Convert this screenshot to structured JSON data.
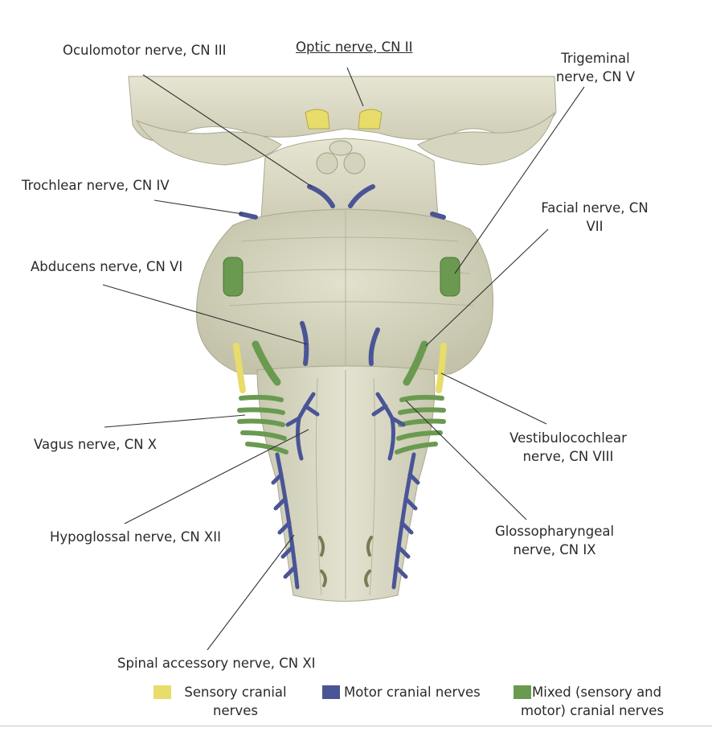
{
  "labels": {
    "oculomotor": "Oculomotor nerve, CN III",
    "optic": "Optic nerve, CN II",
    "trigeminal_l1": "Trigeminal",
    "trigeminal_l2": "nerve, CN V",
    "trochlear": "Trochlear nerve, CN IV",
    "facial_l1": "Facial nerve, CN",
    "facial_l2": "VII",
    "abducens": "Abducens nerve, CN VI",
    "vagus": "Vagus nerve, CN X",
    "vestibulocochlear_l1": "Vestibulocochlear",
    "vestibulocochlear_l2": "nerve, CN VIII",
    "hypoglossal": "Hypoglossal nerve, CN XII",
    "glossopharyngeal_l1": "Glossopharyngeal",
    "glossopharyngeal_l2": "nerve, CN IX",
    "spinal_accessory": "Spinal accessory nerve, CN XI"
  },
  "legend": {
    "sensory": {
      "color": "#e8dc6a",
      "line1": "Sensory cranial",
      "line2": "nerves"
    },
    "motor": {
      "color": "#4a5597",
      "line1": "Motor cranial nerves"
    },
    "mixed": {
      "color": "#6a9a50",
      "line1": "Mixed (sensory and",
      "line2": "motor) cranial nerves"
    }
  },
  "colors": {
    "brain": "#d7d6c0",
    "brain_dark": "#b9b89f",
    "sensory": "#e8dc6a",
    "motor": "#4a5597",
    "mixed": "#6a9a50"
  }
}
